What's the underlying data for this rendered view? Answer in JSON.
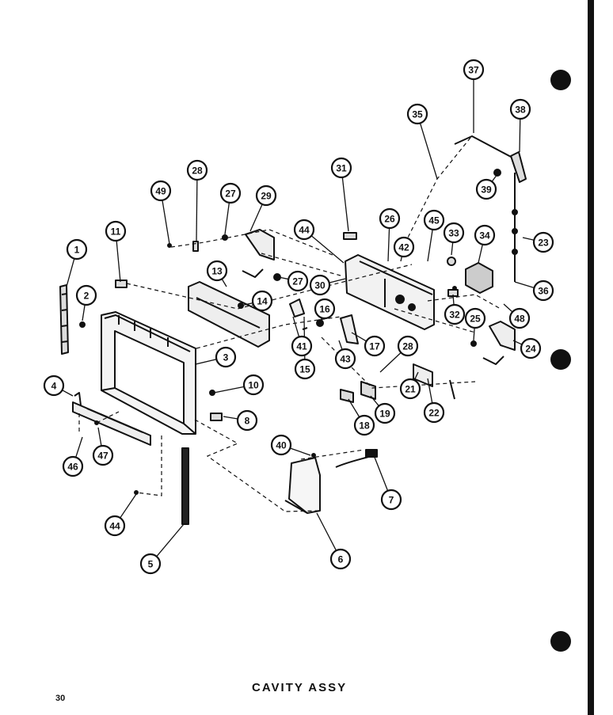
{
  "diagram": {
    "title": "CAVITY ASSY",
    "page_number": "30",
    "callout_labels": [
      "1",
      "2",
      "3",
      "4",
      "5",
      "6",
      "7",
      "8",
      "10",
      "11",
      "13",
      "14",
      "15",
      "16",
      "17",
      "18",
      "19",
      "21",
      "22",
      "23",
      "24",
      "25",
      "26",
      "27",
      "27",
      "28",
      "28",
      "29",
      "30",
      "31",
      "32",
      "33",
      "34",
      "35",
      "36",
      "36",
      "37",
      "38",
      "39",
      "40",
      "40",
      "41",
      "42",
      "43",
      "44",
      "44",
      "45",
      "46",
      "47",
      "48",
      "49"
    ]
  }
}
